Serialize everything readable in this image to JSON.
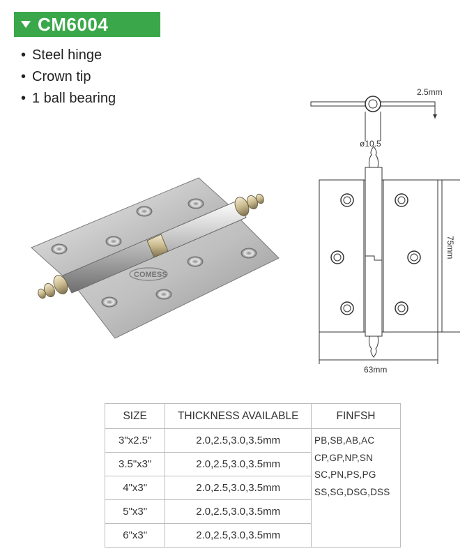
{
  "product": {
    "code": "CM6004",
    "features": [
      "Steel hinge",
      "Crown tip",
      "1 ball bearing"
    ]
  },
  "photo": {
    "logo_text": "COMESS"
  },
  "drawing": {
    "thickness_label": "2.5mm",
    "diameter_label": "ø10.5",
    "height_label": "75mm",
    "width_label": "63mm"
  },
  "table": {
    "headers": [
      "SIZE",
      "THICKNESS AVAILABLE",
      "FINFSH"
    ],
    "rows": [
      {
        "size": "3\"x2.5\"",
        "thickness": "2.0,2.5,3.0,3.5mm"
      },
      {
        "size": "3.5\"x3\"",
        "thickness": "2.0,2.5,3.0,3.5mm"
      },
      {
        "size": "4\"x3\"",
        "thickness": "2.0,2.5,3.0,3.5mm"
      },
      {
        "size": "5\"x3\"",
        "thickness": "2.0,2.5,3.0,3.5mm"
      },
      {
        "size": "6\"x3\"",
        "thickness": "2.0,2.5,3.0,3.5mm"
      }
    ],
    "finishes": [
      "PB,SB,AB,AC",
      "CP,GP,NP,SN",
      "SC,PN,PS,PG",
      "SS,SG,DSG,DSS"
    ]
  },
  "colors": {
    "title_bar": "#3aa84a",
    "title_text": "#ffffff"
  }
}
